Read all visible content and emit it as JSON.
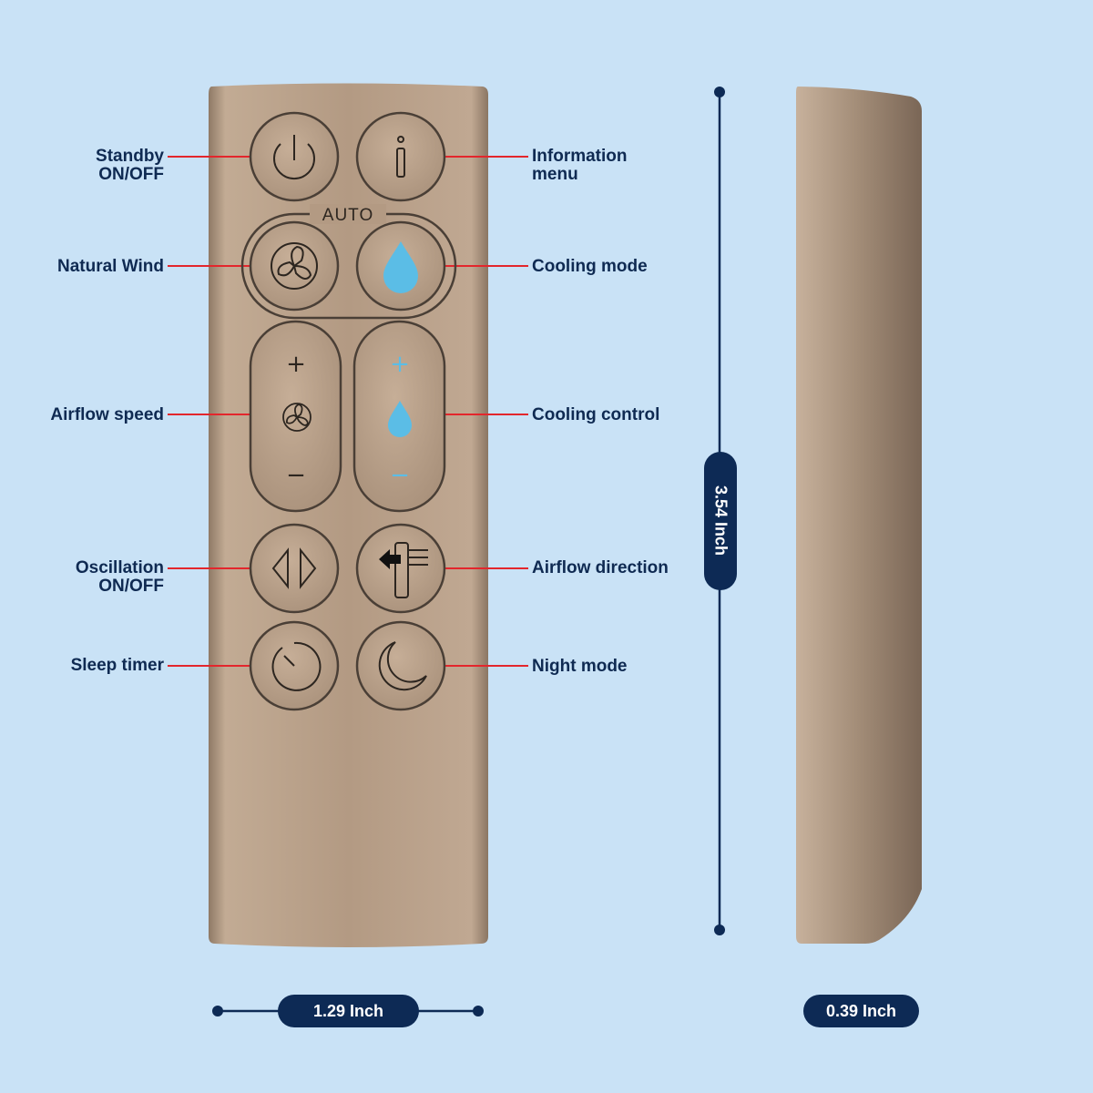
{
  "labels": {
    "standby": [
      "Standby",
      "ON/OFF"
    ],
    "information": [
      "Information",
      "menu"
    ],
    "natural_wind": "Natural Wind",
    "cooling_mode": "Cooling mode",
    "airflow_speed": "Airflow speed",
    "cooling_control": "Cooling control",
    "oscillation": [
      "Oscillation",
      "ON/OFF"
    ],
    "airflow_direction": "Airflow direction",
    "sleep_timer": "Sleep timer",
    "night_mode": "Night mode"
  },
  "remote": {
    "auto_label": "AUTO",
    "plus_symbol": "+",
    "minus_symbol": "−"
  },
  "dimensions": {
    "height": "3.54 Inch",
    "width": "1.29 Inch",
    "depth": "0.39 Inch"
  },
  "colors": {
    "background": "#c9e2f6",
    "remote_body": "#b39a83",
    "button_outline": "#4a3f36",
    "leader_line": "#e3262c",
    "drop_blue": "#5bbde6",
    "navy": "#0d2a55"
  },
  "icons": [
    "power-icon",
    "info-icon",
    "fan-icon",
    "water-drop-icon",
    "oscillation-icon",
    "airflow-direction-icon",
    "timer-icon",
    "moon-icon"
  ]
}
